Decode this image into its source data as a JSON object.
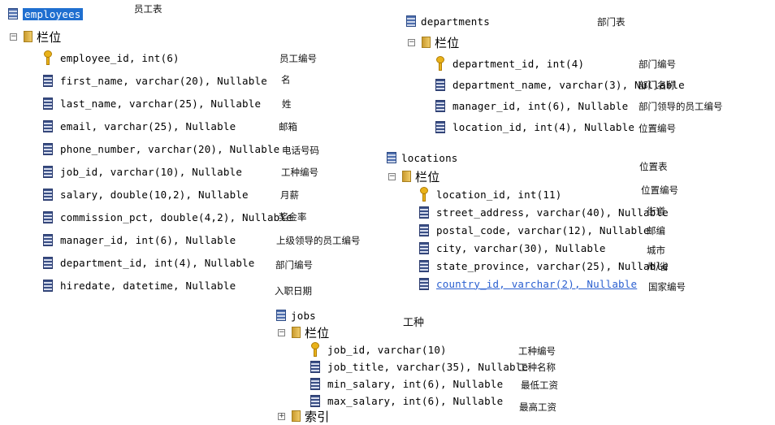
{
  "employees": {
    "name": "employees",
    "label": "员工表",
    "folder": "栏位",
    "columns": [
      {
        "text": "employee_id, int(6)",
        "key": true,
        "label": "员工编号"
      },
      {
        "text": "first_name, varchar(20), Nullable",
        "label": "名"
      },
      {
        "text": "last_name, varchar(25), Nullable",
        "label": "姓"
      },
      {
        "text": "email, varchar(25), Nullable",
        "label": "邮箱"
      },
      {
        "text": "phone_number, varchar(20), Nullable",
        "label": "电话号码"
      },
      {
        "text": "job_id, varchar(10), Nullable",
        "label": "工种编号"
      },
      {
        "text": "salary, double(10,2), Nullable",
        "label": "月薪"
      },
      {
        "text": "commission_pct, double(4,2), Nullable",
        "label": "奖金率"
      },
      {
        "text": "manager_id, int(6), Nullable",
        "label": "上级领导的员工编号"
      },
      {
        "text": "department_id, int(4), Nullable",
        "label": "部门编号"
      },
      {
        "text": "hiredate, datetime, Nullable",
        "label": "入职日期"
      }
    ]
  },
  "departments": {
    "name": "departments",
    "label": "部门表",
    "folder": "栏位",
    "columns": [
      {
        "text": "department_id, int(4)",
        "key": true,
        "label": "部门编号"
      },
      {
        "text": "department_name, varchar(3), Nullable",
        "label": "部门名称"
      },
      {
        "text": "manager_id, int(6), Nullable",
        "label": "部门领导的员工编号"
      },
      {
        "text": "location_id, int(4), Nullable",
        "label": "位置编号"
      }
    ]
  },
  "locations": {
    "name": "locations",
    "label": "位置表",
    "folder": "栏位",
    "columns": [
      {
        "text": "location_id, int(11)",
        "key": true,
        "label": "位置编号"
      },
      {
        "text": "street_address, varchar(40), Nullable",
        "label": "街道"
      },
      {
        "text": "postal_code, varchar(12), Nullable",
        "label": "邮编"
      },
      {
        "text": "city, varchar(30), Nullable",
        "label": "城市"
      },
      {
        "text": "state_province, varchar(25), Nullable",
        "label": "州/省"
      },
      {
        "text": "country_id, varchar(2), Nullable",
        "label": "国家编号"
      }
    ]
  },
  "jobs": {
    "name": "jobs",
    "label": "工种",
    "folder": "栏位",
    "columns": [
      {
        "text": "job_id, varchar(10)",
        "key": true,
        "label": "工种编号"
      },
      {
        "text": "job_title, varchar(35), Nullable",
        "label": "工种名称"
      },
      {
        "text": "min_salary, int(6), Nullable",
        "label": "最低工资"
      },
      {
        "text": "max_salary, int(6), Nullable",
        "label": "最高工资"
      }
    ],
    "next_folder": "索引"
  },
  "icons": {
    "table": "table-icon",
    "column": "column-icon",
    "primary_key": "key-icon",
    "folder": "folder-icon",
    "expander": "collapse-icon"
  },
  "colors": {
    "selection": "#1f6fd0",
    "link": "#2a5fd0",
    "key": "#e9b21a"
  }
}
